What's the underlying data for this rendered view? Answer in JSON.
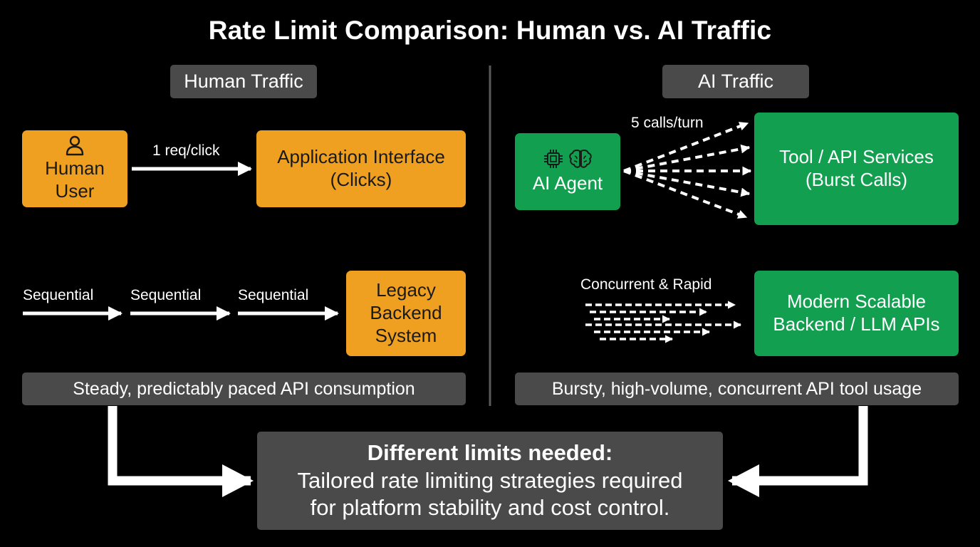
{
  "title": "Rate Limit Comparison: Human vs. AI Traffic",
  "human": {
    "section_label": "Human Traffic",
    "user_box": "Human User",
    "request_label": "1 req/click",
    "app_box_line1": "Application Interface",
    "app_box_line2": "(Clicks)",
    "sequential_labels": [
      "Sequential",
      "Sequential",
      "Sequential"
    ],
    "legacy_box_line1": "Legacy",
    "legacy_box_line2": "Backend",
    "legacy_box_line3": "System",
    "summary": "Steady, predictably paced API consumption"
  },
  "ai": {
    "section_label": "AI Traffic",
    "agent_box": "AI Agent",
    "calls_label": "5 calls/turn",
    "tool_box_line1": "Tool / API Services",
    "tool_box_line2": "(Burst Calls)",
    "concurrent_label": "Concurrent & Rapid",
    "modern_box_line1": "Modern Scalable",
    "modern_box_line2": "Backend / LLM APIs",
    "summary": "Bursty, high-volume, concurrent API tool usage"
  },
  "conclusion": {
    "heading": "Different limits needed:",
    "line1": "Tailored rate limiting strategies required",
    "line2": "for platform stability and cost control."
  },
  "icons": {
    "user": "person-icon",
    "chip": "chip-icon",
    "brain": "brain-icon"
  },
  "colors": {
    "background": "#000000",
    "human_box": "#f0a020",
    "ai_box": "#12a050",
    "panel": "#4a4a4a",
    "divider": "#5a5a5a"
  }
}
